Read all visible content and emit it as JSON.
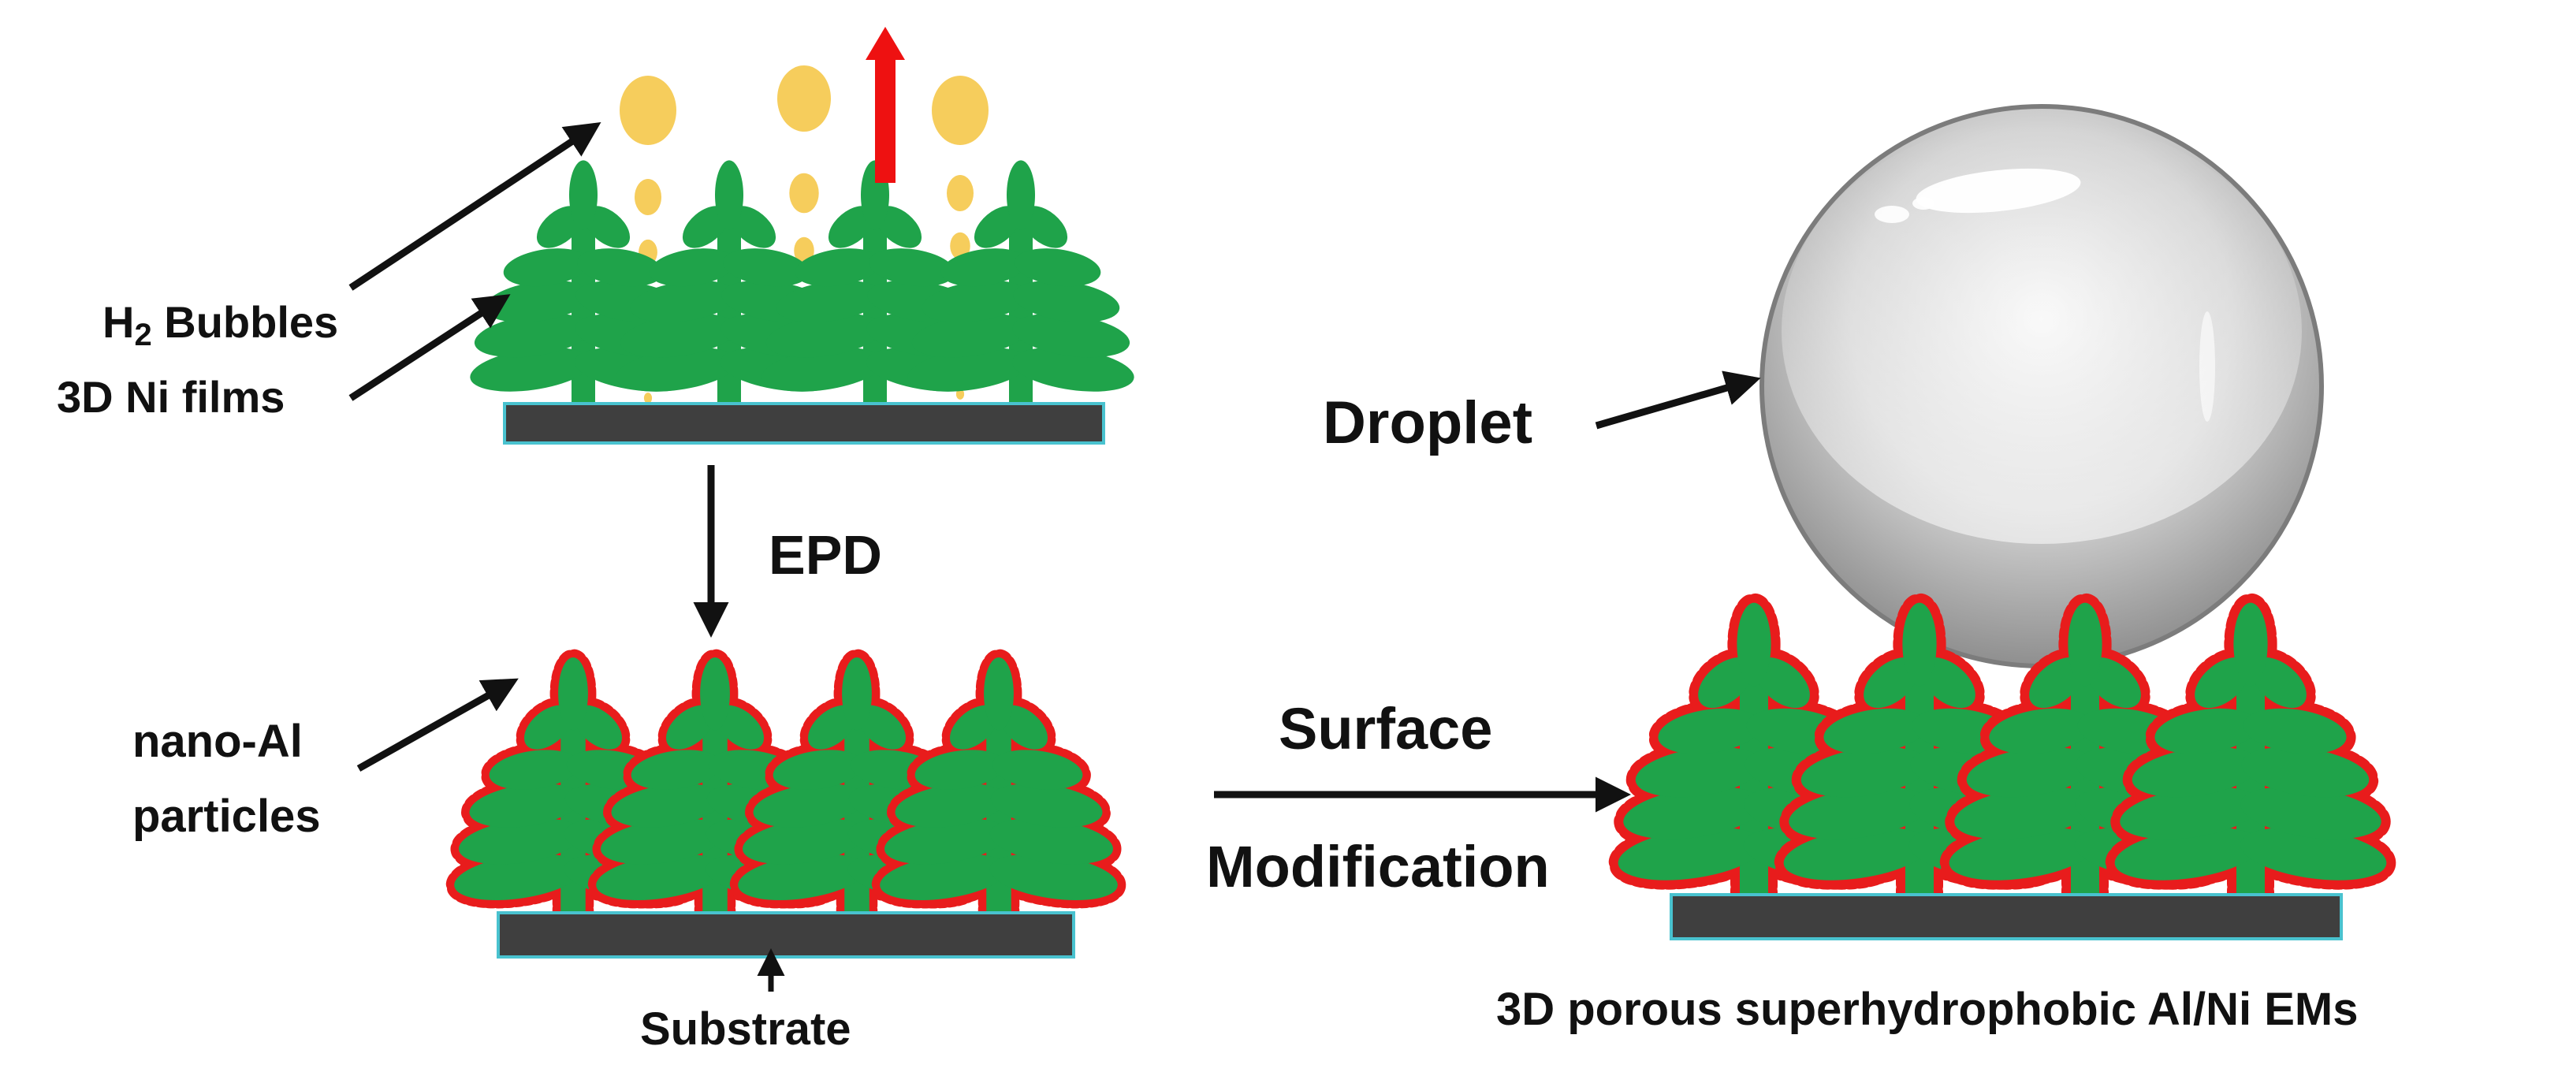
{
  "labels": {
    "h2_bubbles_prefix": "H",
    "h2_bubbles_sub": "2",
    "h2_bubbles_suffix": " Bubbles",
    "ni_films": "3D Ni films",
    "epd": "EPD",
    "nano_al_line1": "nano-Al",
    "nano_al_line2": "particles",
    "substrate": "Substrate",
    "surface_line1": "Surface",
    "surface_line2": "Modification",
    "droplet": "Droplet",
    "product": "3D porous superhydrophobic Al/Ni EMs"
  },
  "colors": {
    "plant_green": "#1fa34a",
    "bubble_yellow": "#f6cd5c",
    "al_particle_red": "#e81c1c",
    "substrate_dark": "#3f3f3f",
    "substrate_edge": "#49c2cf",
    "release_arrow_red": "#ee1111",
    "arrow_black": "#111111"
  }
}
